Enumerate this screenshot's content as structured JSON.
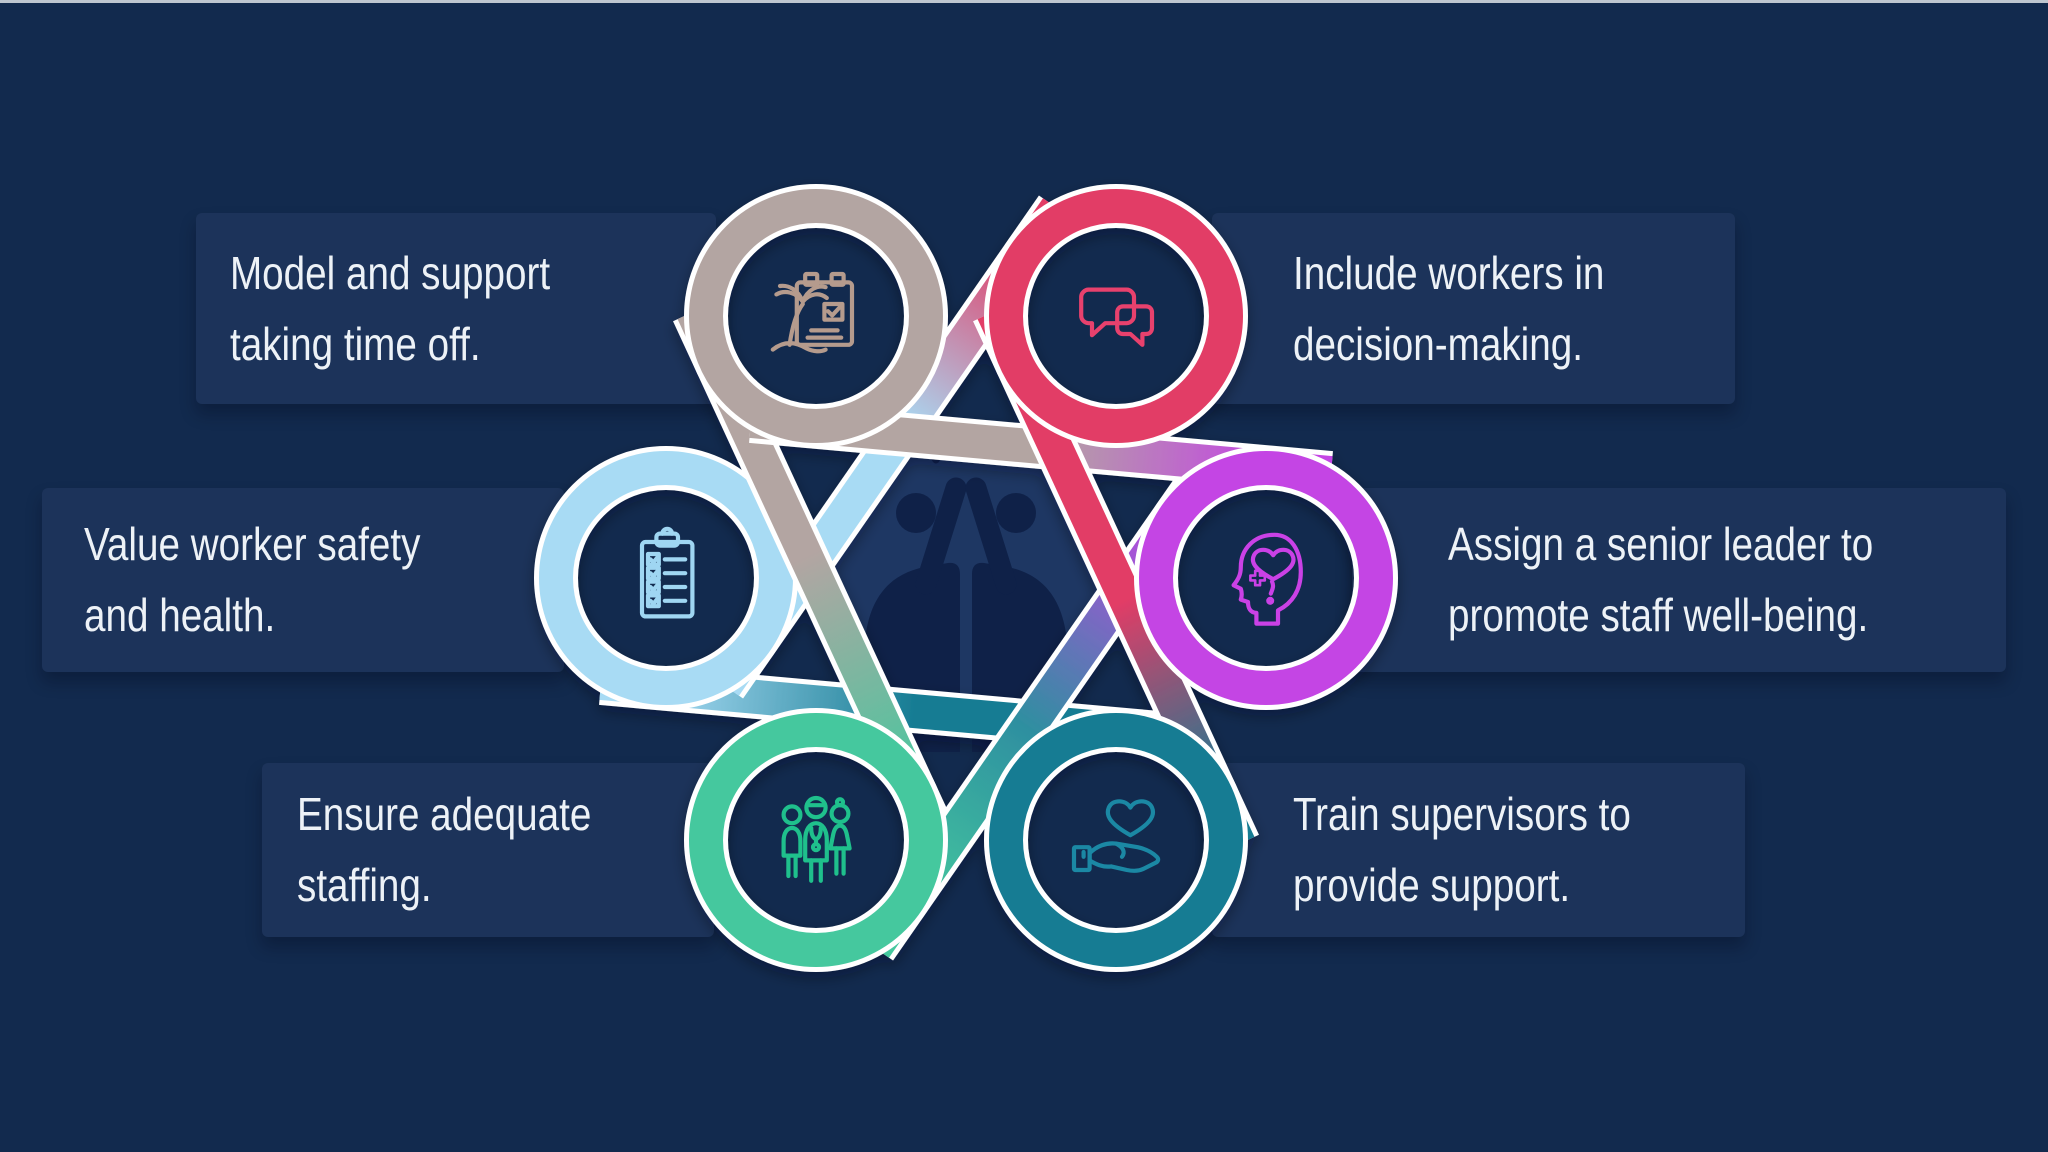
{
  "items": [
    {
      "id": "time-off",
      "position": "top-left",
      "line1": "Model and support",
      "line2": "taking time off.",
      "text": "Model and support taking time off.",
      "color": "#b3a5a2",
      "icon_color": "#b59b8d",
      "icon": "vacation-calendar-icon"
    },
    {
      "id": "decision-making",
      "position": "top-right",
      "line1": "Include workers in",
      "line2": "decision-making.",
      "text": "Include workers in decision-making.",
      "color": "#e23c66",
      "icon_color": "#e8416d",
      "icon": "chat-bubbles-icon"
    },
    {
      "id": "safety-health",
      "position": "middle-left",
      "line1": "Value worker safety",
      "line2": "and health.",
      "text": "Value worker safety and health.",
      "color": "#a8dbf4",
      "icon_color": "#9fd6f2",
      "icon": "checklist-clipboard-icon"
    },
    {
      "id": "senior-leader",
      "position": "middle-right",
      "line1": "Assign a senior leader to",
      "line2": "promote staff well-being.",
      "text": "Assign a senior leader to promote staff well-being.",
      "color": "#c444e4",
      "icon_color": "#ca41e6",
      "icon": "head-heart-icon"
    },
    {
      "id": "staffing",
      "position": "bottom-left",
      "line1": "Ensure adequate",
      "line2": "staffing.",
      "text": "Ensure adequate staffing.",
      "color": "#44c89e",
      "icon_color": "#1fc08c",
      "icon": "staff-team-icon"
    },
    {
      "id": "train-supervisors",
      "position": "bottom-right",
      "line1": "Train supervisors to",
      "line2": "provide support.",
      "text": "Train supervisors to provide support.",
      "color": "#177c93",
      "icon_color": "#1b88a4",
      "icon": "hand-heart-icon"
    }
  ],
  "center_art": "two-people-high-five",
  "colors": {
    "background": "#122a4e",
    "band": "#1c335a",
    "text": "#edf2f7",
    "center_glow": "#1e3763",
    "silhouette": "#0f2148",
    "ribbon_edge": "#ffffff",
    "teal_mid": "#2e8fa0"
  }
}
